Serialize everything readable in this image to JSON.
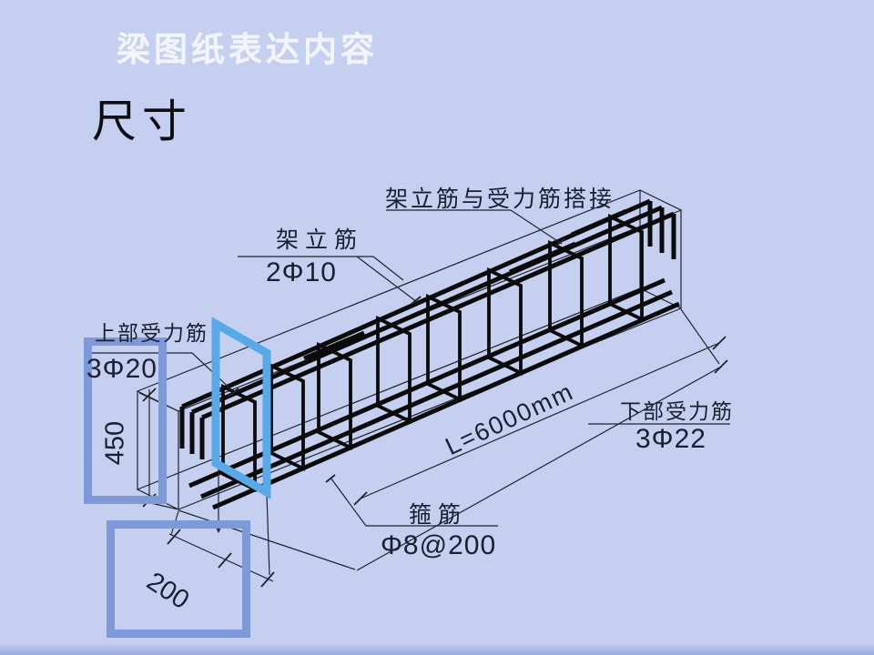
{
  "slide": {
    "title": "梁图纸表达内容",
    "section_heading": "尺寸"
  },
  "annotations": {
    "lap_note": "架立筋与受力筋搭接",
    "hanger_bar_label": "架立筋",
    "hanger_bar_spec": "2Φ10",
    "top_bar_label": "上部受力筋",
    "top_bar_spec": "3Φ20",
    "bottom_bar_label": "下部受力筋",
    "bottom_bar_spec": "3Φ22",
    "stirrup_label": "箍筋",
    "stirrup_spec": "Φ8@200",
    "length_dim": "L=6000mm",
    "height_dim": "450",
    "width_dim": "200"
  },
  "colors": {
    "background": "#c5cff0",
    "title_text": "#f3f5fd",
    "heading_text": "#0d0d12",
    "drawing_line": "#1a2030",
    "rebar": "#0b0b0b",
    "highlight_box": "#7e99d8",
    "highlight_stirrup": "#57a9e8"
  }
}
